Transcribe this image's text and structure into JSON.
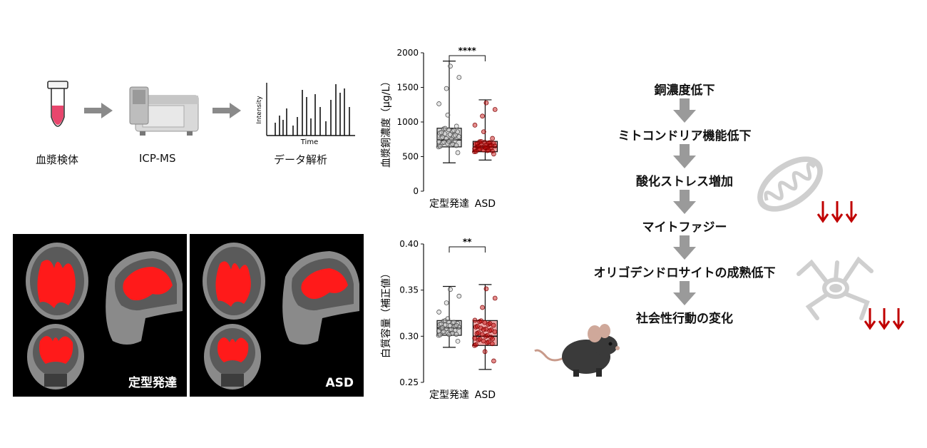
{
  "workflow": {
    "steps": [
      "血漿検体",
      "ICP-MS",
      "データ解析"
    ],
    "plot_axes": {
      "x": "Time",
      "y": "Intensity"
    }
  },
  "brain_panels": {
    "left_tag": "定型発達",
    "right_tag": "ASD"
  },
  "flow": {
    "steps": [
      "銅濃度低下",
      "ミトコンドリア機能低下",
      "酸化ストレス増加",
      "マイトファジー",
      "オリゴデンドロサイトの成熟低下",
      "社会性行動の変化"
    ]
  },
  "colors": {
    "accent_red": "#c00000",
    "arrow_gray": "#9a9a9a",
    "highlight_red": "#ff0000"
  },
  "chart_data": [
    {
      "type": "box",
      "categories": [
        "定型発達",
        "ASD"
      ],
      "ylabel": "血漿銅濃度（μg/L）",
      "ylim": [
        0,
        2000
      ],
      "yticks": [
        "0",
        "500",
        "1000",
        "1500",
        "2000"
      ],
      "significance": "****",
      "series": [
        {
          "name": "定型発達",
          "min": 410,
          "q1": 640,
          "median": 740,
          "q3": 910,
          "max": 1880
        },
        {
          "name": "ASD",
          "min": 450,
          "q1": 570,
          "median": 640,
          "q3": 720,
          "max": 1320
        }
      ]
    },
    {
      "type": "box",
      "categories": [
        "定型発達",
        "ASD"
      ],
      "ylabel": "白質容量（補正値）",
      "ylim": [
        0.25,
        0.4
      ],
      "yticks": [
        "0.25",
        "0.30",
        "0.35",
        "0.40"
      ],
      "significance": "**",
      "series": [
        {
          "name": "定型発達",
          "min": 0.288,
          "q1": 0.301,
          "median": 0.309,
          "q3": 0.317,
          "max": 0.354
        },
        {
          "name": "ASD",
          "min": 0.264,
          "q1": 0.29,
          "median": 0.3,
          "q3": 0.317,
          "max": 0.356
        }
      ]
    }
  ]
}
